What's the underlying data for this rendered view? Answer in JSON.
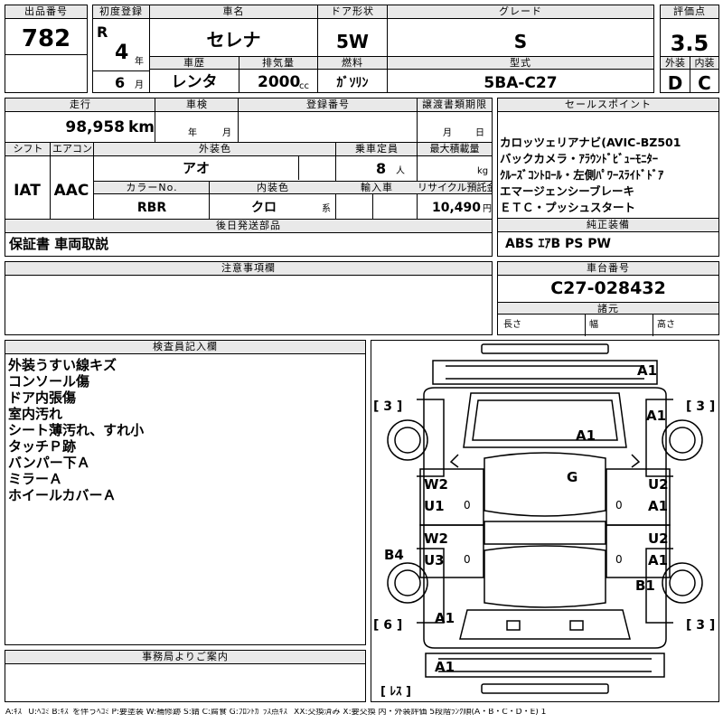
{
  "top": {
    "lot_header": "出品番号",
    "lot_number": "782",
    "first_reg_header": "初度登録",
    "era": "R",
    "year": "4",
    "year_unit": "年",
    "month": "6",
    "month_unit": "月",
    "car_name_header": "車名",
    "car_name": "セレナ",
    "door_header": "ドア形状",
    "door": "5W",
    "grade_header": "グレード",
    "grade": "S",
    "score_header": "評価点",
    "score": "3.5",
    "history_header": "車歴",
    "history": "レンタ",
    "displacement_header": "排気量",
    "displacement": "2000",
    "displacement_unit": "cc",
    "fuel_header": "燃料",
    "fuel": "ｶﾞｿﾘﾝ",
    "model_header": "型式",
    "model": "5BA-C27",
    "exterior_header": "外装",
    "interior_header": "内装",
    "exterior_grade": "D",
    "interior_grade": "C"
  },
  "row2": {
    "mileage_header": "走行",
    "mileage": "98,958",
    "mileage_unit": "km",
    "inspection_header": "車検",
    "inspection_year_unit": "年",
    "inspection_month_unit": "月",
    "reg_no_header": "登録番号",
    "transfer_header": "譲渡書類期限",
    "transfer_month_unit": "月",
    "transfer_day_unit": "日",
    "shift_header": "シフト",
    "shift": "IAT",
    "ac_header": "エアコン",
    "ac": "AAC",
    "color_header": "外装色",
    "color": "アオ",
    "capacity_header": "乗車定員",
    "capacity": "8",
    "capacity_unit": "人",
    "load_header": "最大積載量",
    "load_unit": "kg",
    "color_no_header": "カラーNo.",
    "color_no": "RBR",
    "int_color_header": "内装色",
    "int_color": "クロ",
    "int_color_unit": "系",
    "import_header": "輸入車",
    "recycle_header": "リサイクル預託金",
    "recycle": "10,490",
    "recycle_unit": "円"
  },
  "sales": {
    "header": "セールスポイント",
    "lines": [
      "カロッツェリアナビ(AVIC-BZ501",
      "バックカメラ・ｱﾗｳﾝﾄﾞﾋﾞｭｰﾓﾆﾀｰ",
      "ｸﾙｰｽﾞｺﾝﾄﾛｰﾙ・左側ﾊﾟﾜｰｽﾗｲﾄﾞﾄﾞｱ",
      "エマージェンシーブレーキ",
      "ＥＴＣ・プッシュスタート"
    ]
  },
  "later_parts": {
    "header": "後日発送部品",
    "value": "保証書 車両取説"
  },
  "genuine": {
    "header": "純正装備",
    "value": "ABS ｴｱB PS PW"
  },
  "notes": {
    "header": "注意事項欄"
  },
  "chassis": {
    "header": "車台番号",
    "value": "C27-028432",
    "spec_header": "諸元",
    "length_label": "長さ",
    "width_label": "幅",
    "height_label": "高さ"
  },
  "inspector": {
    "header": "検査員記入欄",
    "lines": [
      "外装うすい線キズ",
      "コンソール傷",
      "ドア内張傷",
      "室内汚れ",
      "シート薄汚れ、すれ小",
      "タッチＰ跡",
      "バンパー下Ａ",
      "ミラーＡ",
      "ホイールカバーＡ"
    ]
  },
  "office": {
    "header": "事務局よりご案内"
  },
  "diagram": {
    "front_bumper": "A1",
    "tyre_fl_bracket": "[ 3 ]",
    "tyre_fr_bracket": "[ 3 ]",
    "fender_right": "A1",
    "hood": "A1",
    "glass": "G",
    "door_fl_top": "W2",
    "door_fl_bottom": "U1",
    "door_fr_top": "U2",
    "door_fr_bottom": "A1",
    "door_rl_top": "W2",
    "door_rl_bottom": "U3",
    "door_rr_top": "U2",
    "door_rr_bottom": "A1",
    "rear_left_panel": "B4",
    "rear_right_panel": "B1",
    "rear_left_a1": "A1",
    "rear_bumper": "A1",
    "tyre_rl_bracket": "[ 6 ]",
    "tyre_rr_bracket": "[ 3 ]",
    "spare_label": "[ ﾚｽ ]",
    "mark0": "0",
    "mark1": "0",
    "mark2": "0",
    "mark3": "0"
  },
  "legend": "A:ｷｽﾞ U:ﾍｺﾐ B:ｷｽﾞを伴うﾍｺﾐ P:要塗装 W:補修跡 S:錆 C:腐食 G:ﾌﾛﾝﾄｶﾞﾗｽ点ｷｽﾞ XX:交換済み X:要交換 内・外装評価 5段階ﾗﾝｸ順(A・B・C・D・E) 1"
}
